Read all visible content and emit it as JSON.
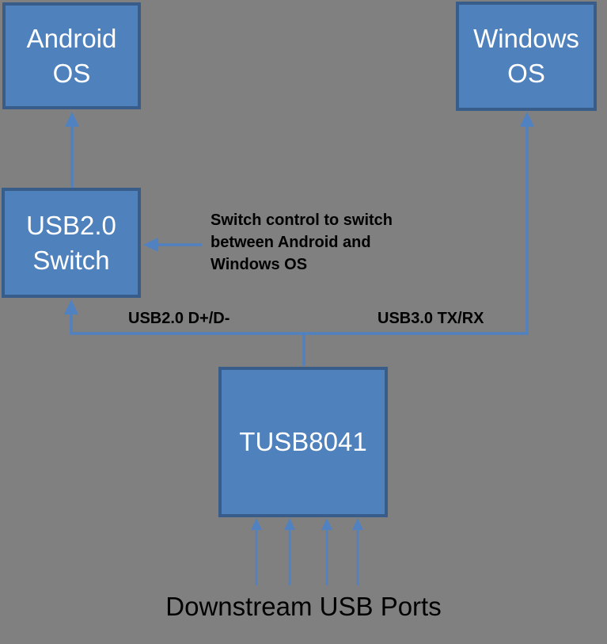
{
  "diagram": {
    "description_colors": {
      "background": "#808080",
      "box_fill": "#4F81BD",
      "box_border": "#385D8A",
      "connector": "#5081C1",
      "text_on_box": "#FFFFFF",
      "label_text": "#000000"
    },
    "nodes": {
      "android_os": {
        "lines": [
          "Android",
          "OS"
        ]
      },
      "windows_os": {
        "lines": [
          "Windows",
          "OS"
        ]
      },
      "usb2_switch": {
        "lines": [
          "USB2.0",
          "Switch"
        ]
      },
      "tusb8041": {
        "lines": [
          "TUSB8041"
        ]
      }
    },
    "edges": [
      {
        "id": "switch-to-android",
        "from": "usb2_switch",
        "to": "android_os"
      },
      {
        "id": "hub-to-switch-usb2",
        "from": "tusb8041",
        "to": "usb2_switch",
        "label": "USB2.0 D+/D-"
      },
      {
        "id": "hub-to-windows-usb3",
        "from": "tusb8041",
        "to": "windows_os",
        "label": "USB3.0 TX/RX"
      },
      {
        "id": "control-to-switch",
        "from": "switch-control-note",
        "to": "usb2_switch"
      },
      {
        "id": "downstream-to-hub",
        "from": "downstream-usb-ports",
        "to": "tusb8041",
        "arrow_count": 4
      }
    ],
    "annotations": {
      "switch_control_lines": [
        "Switch control to switch",
        "between Android and",
        "Windows OS"
      ],
      "downstream_ports": "Downstream USB Ports"
    }
  }
}
